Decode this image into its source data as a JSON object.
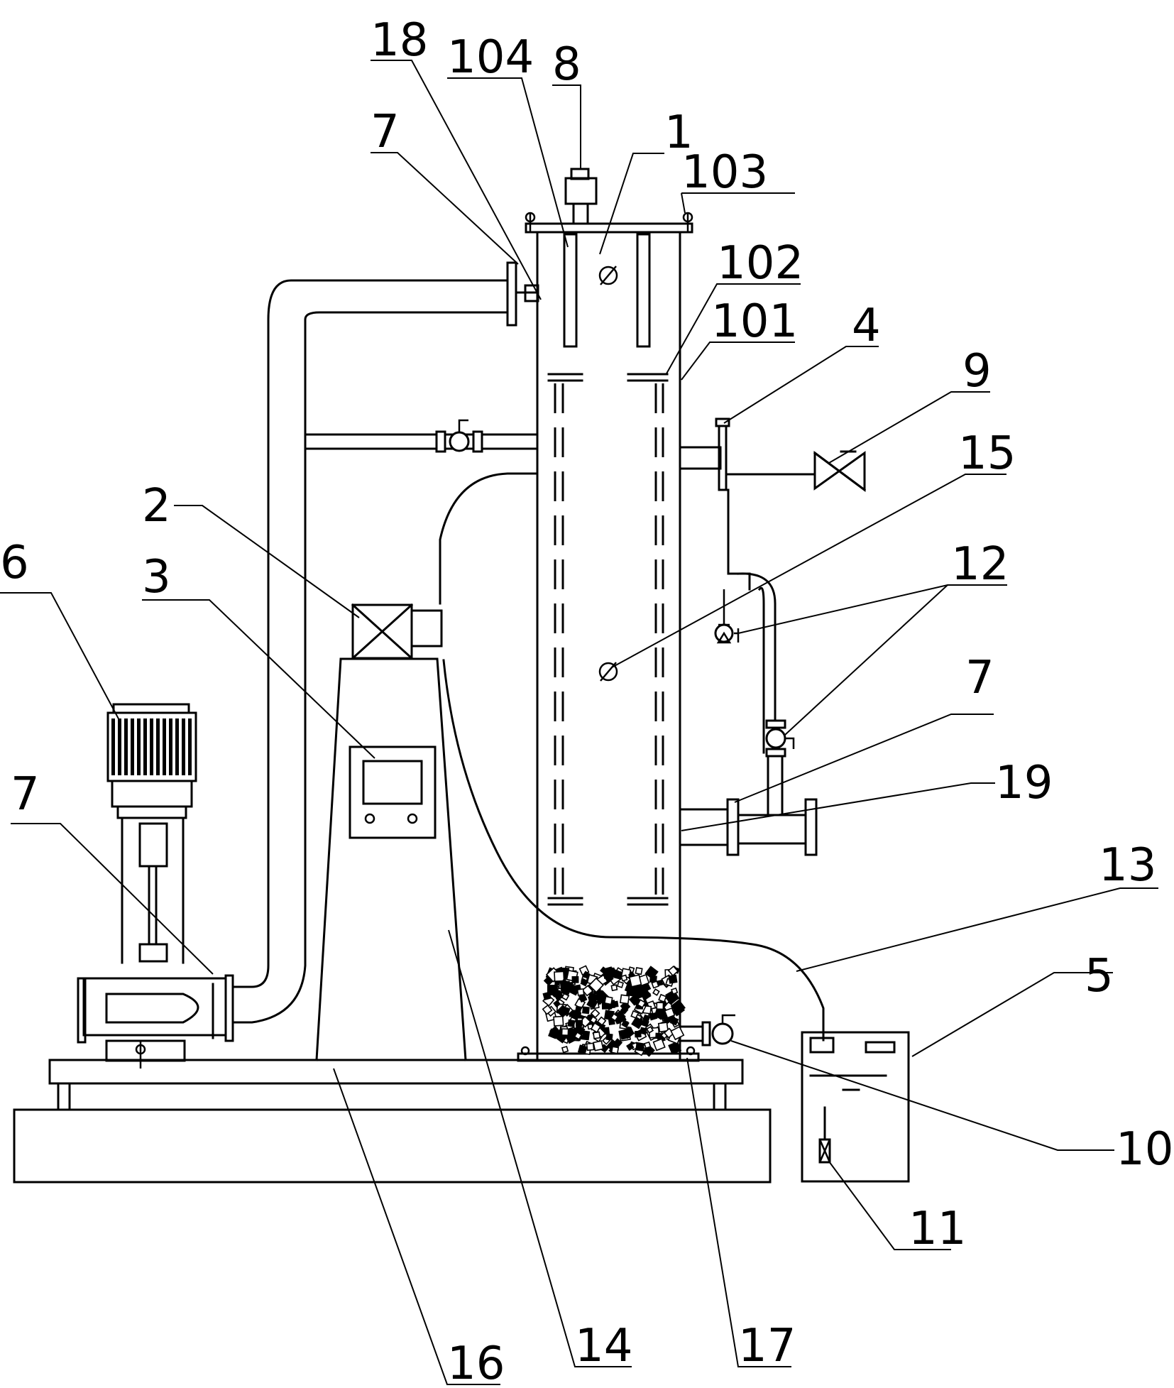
{
  "labels": {
    "l1": "1",
    "l2": "2",
    "l3": "3",
    "l4": "4",
    "l5": "5",
    "l6": "6",
    "l7a": "7",
    "l7b": "7",
    "l7c": "7",
    "l8": "8",
    "l9": "9",
    "l10": "10",
    "l11": "11",
    "l12": "12",
    "l13": "13",
    "l14": "14",
    "l15": "15",
    "l16": "16",
    "l17": "17",
    "l18": "18",
    "l19": "19",
    "l101": "101",
    "l102": "102",
    "l103": "103",
    "l104": "104"
  }
}
